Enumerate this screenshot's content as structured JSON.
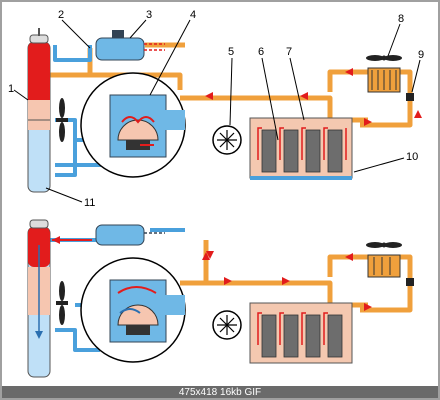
{
  "colors": {
    "hot": "#e21c1c",
    "hot_pipe": "#f0a03c",
    "cold_pipe": "#4aa0dc",
    "cold_fill": "#a9d3f2",
    "pink": "#f6c6b0",
    "engine_body": "#f4c8b0",
    "radiator_hot": "#e21c1c",
    "radiator_cold": "#bfe0f7",
    "frame": "#a0a0a0",
    "caption_bg": "#6a6a6a"
  },
  "labels": {
    "l1": "1",
    "l2": "2",
    "l3": "3",
    "l4": "4",
    "l5": "5",
    "l6": "6",
    "l7": "7",
    "l8": "8",
    "l9": "9",
    "l10": "10",
    "l11": "11"
  },
  "caption": "475x418  16kb  GIF",
  "icons": {
    "fan": "fan-icon",
    "pump": "pump-icon",
    "heater_fan": "heater-fan-icon"
  }
}
